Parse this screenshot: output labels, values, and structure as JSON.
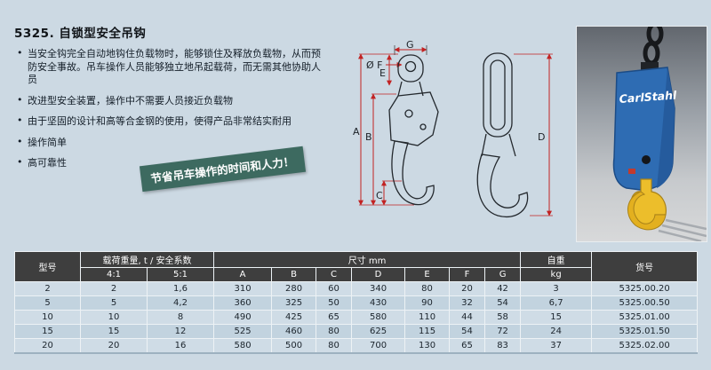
{
  "page": {
    "title": "5325. 自锁型安全吊钩",
    "bullets": [
      "当安全钩完全自动地钩住负载物时，能够锁住及释放负载物，从而预防安全事故。吊车操作人员能够独立地吊起载荷，而无需其他协助人员",
      "改进型安全装置，操作中不需要人员接近负载物",
      "由于坚固的设计和高等合金钢的使用，使得产品非常结实耐用",
      "操作简单",
      "高可靠性"
    ],
    "banner": "节省吊车操作的时间和人力！"
  },
  "diagram": {
    "dim_labels": {
      "A": "A",
      "B": "B",
      "C": "C",
      "D": "D",
      "E": "E",
      "G": "G",
      "F": "Ø F"
    }
  },
  "photo": {
    "brand": "CarlStahl"
  },
  "table": {
    "headers": {
      "model": "型号",
      "load_group": "载荷重量, t / 安全系数",
      "load_ratios": [
        "4:1",
        "5:1"
      ],
      "dims_group": "尺寸 mm",
      "dims": [
        "A",
        "B",
        "C",
        "D",
        "E",
        "F",
        "G"
      ],
      "weight": "自重",
      "weight_unit": "kg",
      "sku": "货号"
    },
    "rows": [
      [
        "2",
        "2",
        "1,6",
        "310",
        "280",
        "60",
        "340",
        "80",
        "20",
        "42",
        "3",
        "5325.00.20"
      ],
      [
        "5",
        "5",
        "4,2",
        "360",
        "325",
        "50",
        "430",
        "90",
        "32",
        "54",
        "6,7",
        "5325.00.50"
      ],
      [
        "10",
        "10",
        "8",
        "490",
        "425",
        "65",
        "580",
        "110",
        "44",
        "58",
        "15",
        "5325.01.00"
      ],
      [
        "15",
        "15",
        "12",
        "525",
        "460",
        "80",
        "625",
        "115",
        "54",
        "72",
        "24",
        "5325.01.50"
      ],
      [
        "20",
        "20",
        "16",
        "580",
        "500",
        "80",
        "700",
        "130",
        "65",
        "83",
        "37",
        "5325.02.00"
      ]
    ]
  }
}
